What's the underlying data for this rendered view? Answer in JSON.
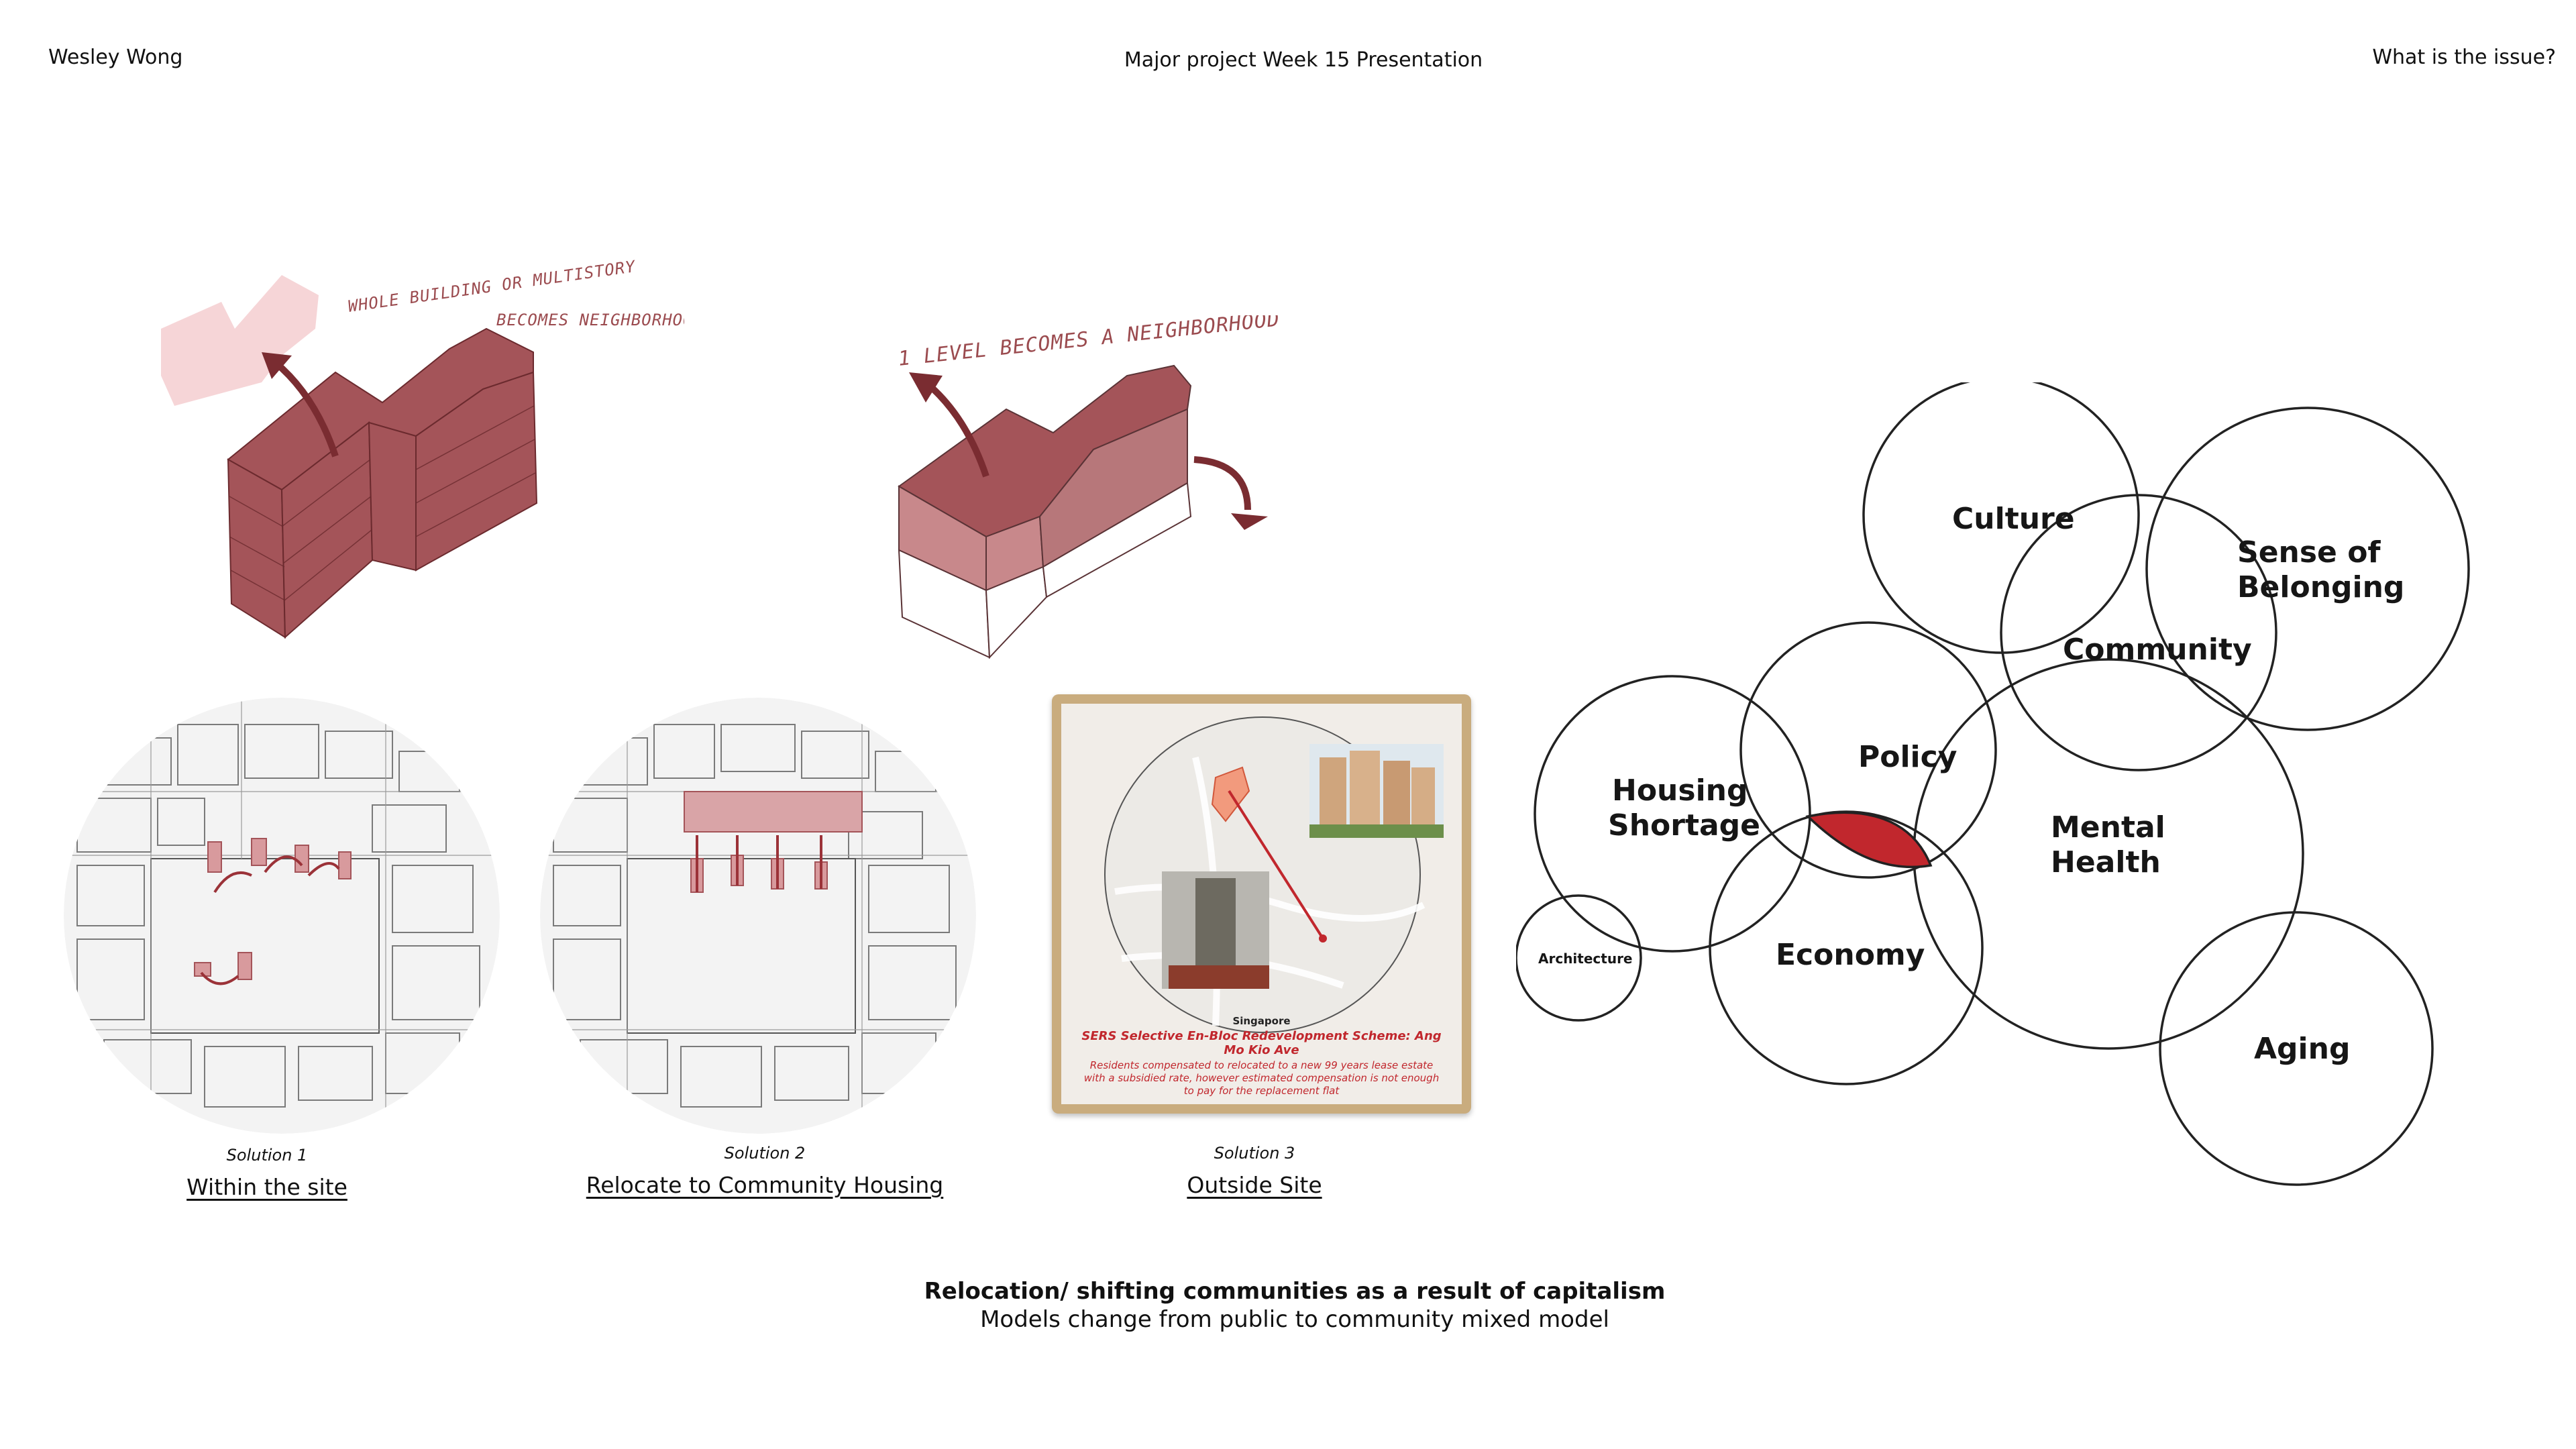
{
  "header": {
    "author": "Wesley Wong",
    "title": "Major project Week 15 Presentation",
    "section": "What is the issue?"
  },
  "sketches": {
    "note_1_line_1": "WHOLE BUILDING OR MULTISTORY",
    "note_1_line_2": "BECOMES NEIGHBORHOOD",
    "note_2": "1 LEVEL BECOMES A NEIGHBORHOOD"
  },
  "solutions": [
    {
      "label": "Solution 1",
      "title": "Within the site"
    },
    {
      "label": "Solution 2",
      "title": "Relocate to Community Housing"
    },
    {
      "label": "Solution 3",
      "title": "Outside Site"
    }
  ],
  "case_card": {
    "country": "Singapore",
    "title": "SERS Selective En-Bloc Redevelopment Scheme: Ang Mo Kio Ave",
    "description": "Residents compensated to relocated to a new 99 years lease estate with a subsidied rate, however estimated compensation is not enough to pay for the replacement flat"
  },
  "issue_diagram": {
    "circles": [
      {
        "label_lines": [
          "Culture"
        ]
      },
      {
        "label_lines": [
          "Sense of",
          "Belonging"
        ]
      },
      {
        "label_lines": [
          "Community"
        ]
      },
      {
        "label_lines": [
          "Policy"
        ]
      },
      {
        "label_lines": [
          "Housing",
          "Shortage"
        ]
      },
      {
        "label_lines": [
          "Mental",
          "Health"
        ]
      },
      {
        "label_lines": [
          "Economy"
        ]
      },
      {
        "label_lines": [
          "Architecture"
        ]
      },
      {
        "label_lines": [
          "Aging"
        ]
      }
    ],
    "highlight_color": "#c1272d"
  },
  "caption": {
    "main": "Relocation/ shifting communities as a result of capitalism",
    "sub": "Models change from public to community mixed model"
  },
  "colors": {
    "sketch_fill": "#a45459",
    "sketch_light": "#f6d5d7",
    "accent_red": "#c1272d",
    "card_frame": "#c9ac7e"
  }
}
